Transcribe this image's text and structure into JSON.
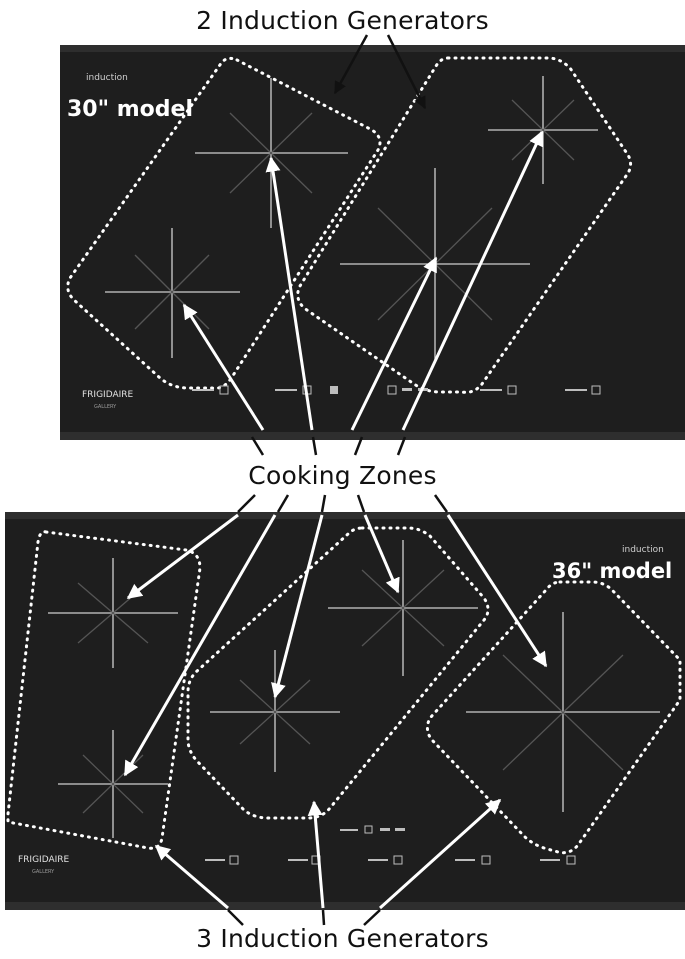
{
  "captions": {
    "top": "2 Induction Generators",
    "middle": "Cooking Zones",
    "bottom": "3 Induction Generators"
  },
  "cooktop_30": {
    "model_label": "30\" model",
    "logo_text": "induction",
    "brand": "FRIGIDAIRE",
    "brand_sub": "GALLERY"
  },
  "cooktop_36": {
    "model_label": "36\" model",
    "logo_text": "induction",
    "brand": "FRIGIDAIRE",
    "brand_sub": "GALLERY"
  },
  "colors": {
    "cooktop": "#1e1e1e",
    "cooktop_edge": "#2e2e2e",
    "outline": "#ffffff",
    "arrow": "#ffffff"
  }
}
